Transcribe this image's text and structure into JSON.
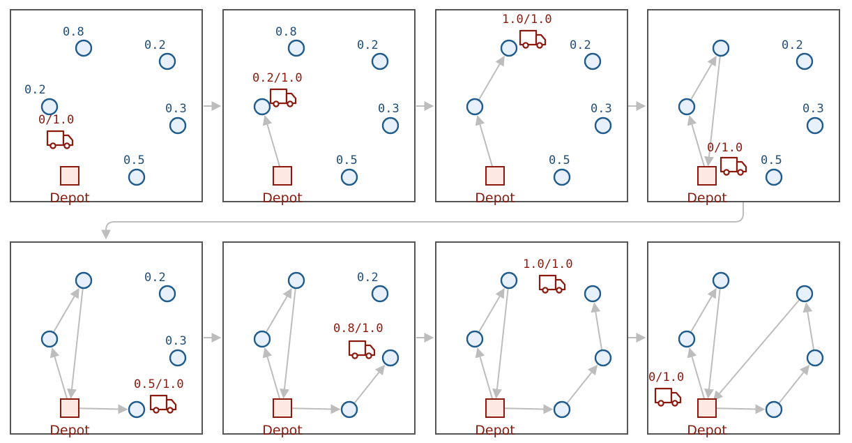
{
  "colors": {
    "node_stroke": "#1f5a8c",
    "node_fill": "#e8f1fb",
    "depot_stroke": "#8b1a0e",
    "depot_fill": "#fde8e4",
    "edge": "#bdbdbd",
    "frame": "#555555",
    "demand_text": "#1f4e79",
    "load_text": "#8b1a0e"
  },
  "icons": {
    "vehicle": "truck-icon",
    "depot": "depot-square-icon",
    "customer": "customer-circle-icon"
  },
  "depot_label": "Depot",
  "customers": [
    {
      "id": "c1",
      "demand": "0.2"
    },
    {
      "id": "c2",
      "demand": "0.8"
    },
    {
      "id": "c3",
      "demand": "0.2"
    },
    {
      "id": "c4",
      "demand": "0.3"
    },
    {
      "id": "c5",
      "demand": "0.5"
    }
  ],
  "steps": [
    {
      "load": "0/1.0",
      "visited": [],
      "routes": []
    },
    {
      "load": "0.2/1.0",
      "visited": [
        "c1"
      ],
      "routes": [
        [
          "D",
          "c1"
        ]
      ]
    },
    {
      "load": "1.0/1.0",
      "visited": [
        "c1",
        "c2"
      ],
      "routes": [
        [
          "D",
          "c1",
          "c2"
        ]
      ]
    },
    {
      "load": "0/1.0",
      "visited": [
        "c1",
        "c2"
      ],
      "routes": [
        [
          "D",
          "c1",
          "c2",
          "D"
        ]
      ]
    },
    {
      "load": "0.5/1.0",
      "visited": [
        "c1",
        "c2",
        "c5"
      ],
      "routes": [
        [
          "D",
          "c1",
          "c2",
          "D"
        ],
        [
          "D",
          "c5"
        ]
      ]
    },
    {
      "load": "0.8/1.0",
      "visited": [
        "c1",
        "c2",
        "c5",
        "c4"
      ],
      "routes": [
        [
          "D",
          "c1",
          "c2",
          "D"
        ],
        [
          "D",
          "c5",
          "c4"
        ]
      ]
    },
    {
      "load": "1.0/1.0",
      "visited": [
        "c1",
        "c2",
        "c5",
        "c4",
        "c3"
      ],
      "routes": [
        [
          "D",
          "c1",
          "c2",
          "D"
        ],
        [
          "D",
          "c5",
          "c4",
          "c3"
        ]
      ]
    },
    {
      "load": "0/1.0",
      "visited": [
        "c1",
        "c2",
        "c5",
        "c4",
        "c3"
      ],
      "routes": [
        [
          "D",
          "c1",
          "c2",
          "D"
        ],
        [
          "D",
          "c5",
          "c4",
          "c3",
          "D"
        ]
      ]
    }
  ]
}
